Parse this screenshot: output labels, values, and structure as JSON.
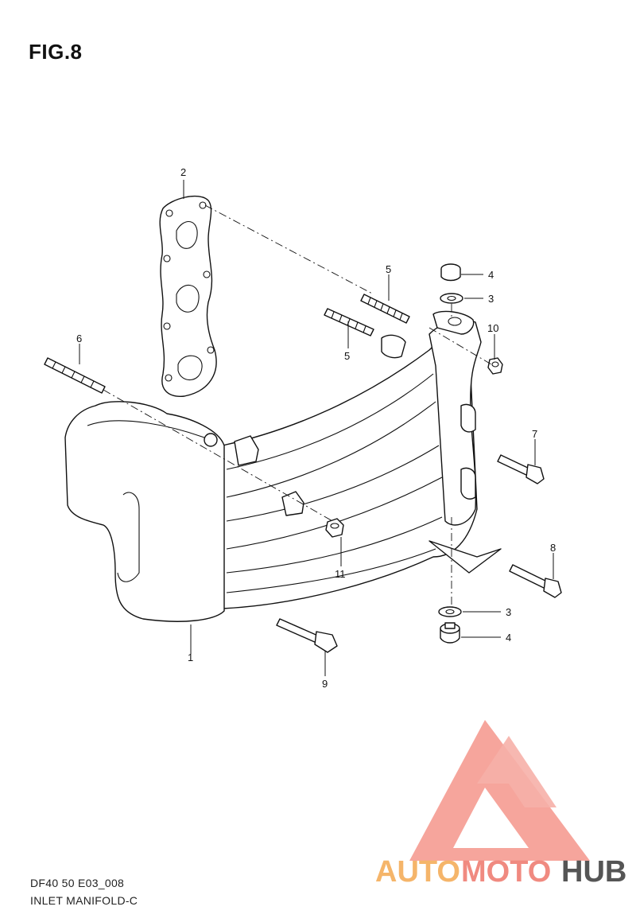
{
  "figure": {
    "title": "FIG.8",
    "code": "DF40 50 E03_008",
    "name": "INLET MANIFOLD-C"
  },
  "callouts": [
    {
      "id": "c1",
      "label": "1"
    },
    {
      "id": "c2",
      "label": "2"
    },
    {
      "id": "c3a",
      "label": "3"
    },
    {
      "id": "c3b",
      "label": "3"
    },
    {
      "id": "c4a",
      "label": "4"
    },
    {
      "id": "c4b",
      "label": "4"
    },
    {
      "id": "c5a",
      "label": "5"
    },
    {
      "id": "c5b",
      "label": "5"
    },
    {
      "id": "c6",
      "label": "6"
    },
    {
      "id": "c7",
      "label": "7"
    },
    {
      "id": "c8",
      "label": "8"
    },
    {
      "id": "c9",
      "label": "9"
    },
    {
      "id": "c10",
      "label": "10"
    },
    {
      "id": "c11",
      "label": "11"
    }
  ],
  "watermark": {
    "text_auto": "AUTO",
    "text_moto": "MOTO",
    "text_hub": "HUB",
    "colors": {
      "triangle": "#f08a80",
      "auto": "#f5b56a",
      "moto": "#f08a80",
      "hub": "#555555"
    }
  }
}
